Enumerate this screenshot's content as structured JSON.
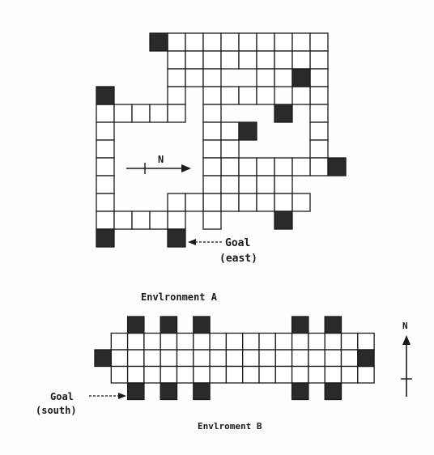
{
  "environment_a": {
    "caption": "Envlronment A",
    "compass": "N",
    "goal_label": "Goal",
    "goal_direction": "(east)",
    "wall_color": "#1a1a1a",
    "cell_color": "#ffffff",
    "goal_cell_color": "#2a2a2a"
  },
  "environment_b": {
    "caption": "Envlroment B",
    "compass": "N",
    "goal_label": "Goal",
    "goal_direction": "(south)"
  }
}
